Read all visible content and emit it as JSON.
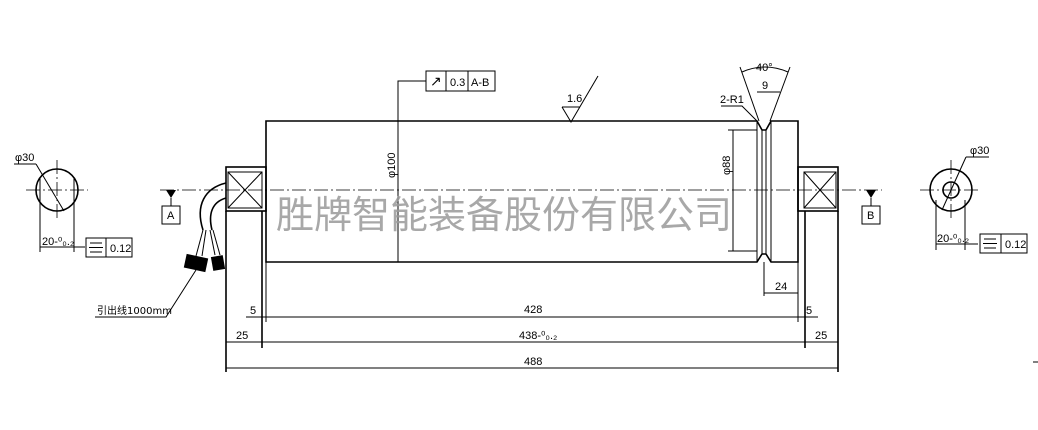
{
  "left_section": {
    "diameter": "φ30",
    "width_dim": "20-⁰₀.₂",
    "tolerance_symbol": "symmetry",
    "tolerance": "0.12"
  },
  "right_section": {
    "diameter": "φ30",
    "width_dim": "20-⁰₀.₂",
    "tolerance_symbol": "symmetry",
    "tolerance": "0.12"
  },
  "datums": {
    "left": "A",
    "right": "B"
  },
  "runout": {
    "symbol": "↗",
    "value": "0.3",
    "datum": "A-B"
  },
  "surface_finish": "1.6",
  "groove": {
    "angle": "40°",
    "width": "9",
    "radius": "2-R1",
    "offset": "24"
  },
  "body": {
    "diameter": "φ100",
    "groove_diameter": "φ88"
  },
  "cable_label": "引出线1000mm",
  "dimensions": {
    "left_gap": "5",
    "right_gap": "5",
    "body_length": "428",
    "bearing_length": "438-⁰₀.₂",
    "left_shaft": "25",
    "right_shaft": "25",
    "total_length": "488"
  },
  "watermark": "胜牌智能装备股份有限公司"
}
